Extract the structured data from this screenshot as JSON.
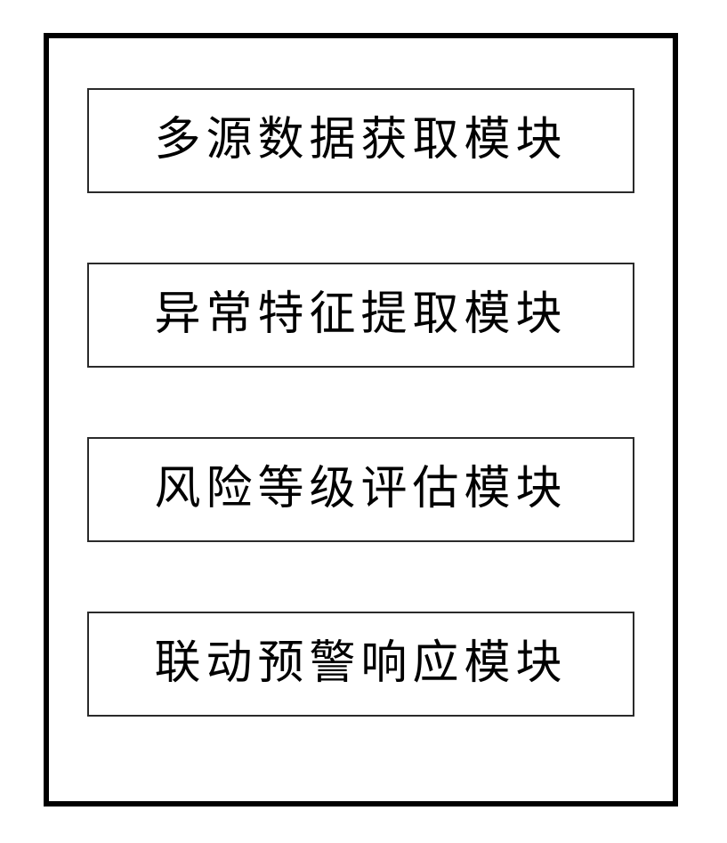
{
  "diagram": {
    "type": "block-diagram",
    "modules": [
      {
        "label": "多源数据获取模块"
      },
      {
        "label": "异常特征提取模块"
      },
      {
        "label": "风险等级评估模块"
      },
      {
        "label": "联动预警响应模块"
      }
    ]
  }
}
